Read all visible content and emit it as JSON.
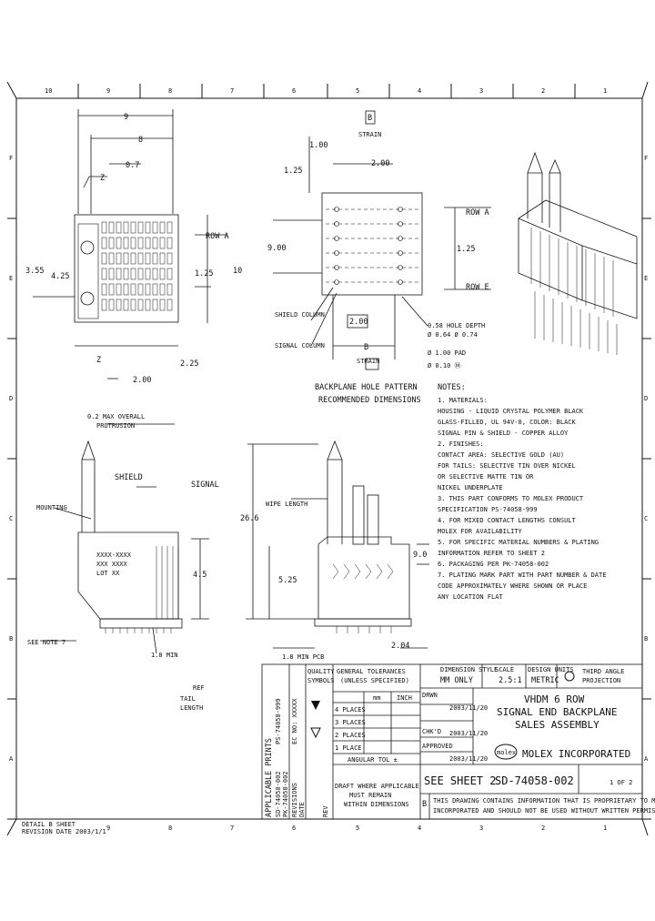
{
  "zones": {
    "top_numbers": [
      "10",
      "9",
      "8",
      "7",
      "6",
      "5",
      "4",
      "3",
      "2",
      "1"
    ],
    "bottom_numbers": [
      "9",
      "8",
      "7",
      "6",
      "5",
      "4",
      "3",
      "2",
      "1"
    ],
    "side_letters": [
      "F",
      "E",
      "D",
      "C",
      "B",
      "A"
    ]
  },
  "dims": {
    "top_view": {
      "overall": "9",
      "inner": "8",
      "pitch": "0.7",
      "z_label": "Z",
      "row_a": "ROW A",
      "d355": "3.55",
      "d425": "4.25",
      "d125": "1.25",
      "d10": "10",
      "d225": "2.25",
      "d200": "2.00",
      "z_bottom": "Z"
    },
    "hole_pattern": {
      "b_box": "B",
      "strain": "STRAIN",
      "d100": "1.00",
      "d200": "2.00",
      "d125": "1.25",
      "d900": "9.00",
      "row_a": "ROW A",
      "d125b": "1.25",
      "row_e": "ROW E",
      "shield_column": "SHIELD COLUMN",
      "signal_column": "SIGNAL COLUMN",
      "d200b": "2.00",
      "b_label": "B",
      "b_sub": "STRAIN",
      "hole_note_1": "0.58 HOLE DEPTH",
      "hole_note_2": "Ø 0.64 Ø 0.74",
      "hole_note_3": "Ø 1.00 PAD",
      "hole_note_4": "Ø 0.10 Ⓜ",
      "title": "BACKPLANE HOLE PATTERN",
      "subtitle": "RECOMMENDED DIMENSIONS"
    },
    "side_view": {
      "over_protrusion_1": "0.2 MAX OVERALL",
      "over_protrusion_2": "PROTRUSION",
      "shield": "SHIELD",
      "signal": "SIGNAL",
      "mounting": "MOUNTING",
      "label_lines": [
        "XXXX-XXXX",
        "XXX XXXX",
        "LOT XX"
      ],
      "d45": "4.5",
      "see_note": "SEE NOTE 7",
      "d18": "1.8 MIN",
      "reference": "REF",
      "tail_length_1": "TAIL",
      "tail_length_2": "LENGTH"
    },
    "front_view": {
      "wipe": "WIPE LENGTH",
      "d266": "26.6",
      "d90": "9.0",
      "d525": "5.25",
      "d204": "2.04",
      "d18": "1.8 MIN PCB"
    }
  },
  "notes": {
    "heading": "NOTES:",
    "lines": [
      "1. MATERIALS:",
      "   HOUSING - LIQUID CRYSTAL POLYMER BLACK",
      "             GLASS-FILLED, UL 94V-0, COLOR: BLACK",
      "   SIGNAL PIN & SHIELD - COPPER ALLOY",
      "2. FINISHES:",
      "   CONTACT AREA: SELECTIVE GOLD (AU)",
      "   FOR TAILS: SELECTIVE TIN OVER NICKEL",
      "   OR SELECTIVE MATTE TIN OR",
      "   NICKEL UNDERPLATE",
      "3. THIS PART CONFORMS TO MOLEX PRODUCT",
      "   SPECIFICATION PS-74058-999",
      "4. FOR MIXED CONTACT LENGTHS CONSULT",
      "   MOLEX FOR AVAILABILITY",
      "5. FOR SPECIFIC MATERIAL NUMBERS & PLATING",
      "   INFORMATION REFER TO SHEET 2",
      "6. PACKAGING PER PK-74058-002",
      "7. PLATING MARK PART WITH PART NUMBER & DATE",
      "   CODE APPROXIMATELY WHERE SHOWN OR PLACE",
      "   ANY LOCATION FLAT"
    ]
  },
  "title_block": {
    "general_tol_1": "GENERAL TOLERANCES",
    "general_tol_2": "(UNLESS SPECIFIED)",
    "quality": "QUALITY",
    "symbols": "SYMBOLS",
    "col_mm": "mm",
    "col_inch": "INCH",
    "places": [
      "4 PLACES",
      "3 PLACES",
      "2 PLACES",
      "1 PLACE"
    ],
    "angular": "ANGULAR TOL ±",
    "draft_1": "DRAFT WHERE APPLICABLE",
    "draft_2": "MUST REMAIN",
    "draft_3": "WITHIN DIMENSIONS",
    "dimension_style": "DIMENSION STYLE",
    "mm_only": "MM ONLY",
    "scale": "SCALE",
    "scale_val": "2.5:1",
    "design_units": "DESIGN UNITS",
    "design_units_val": "METRIC",
    "third_angle_1": "THIRD ANGLE",
    "third_angle_2": "PROJECTION",
    "drwn": "DRWN",
    "chkd": "CHK'D",
    "appr": "APPROVED",
    "date": "2003/11/20",
    "title_1": "VHDM 6 ROW",
    "title_2": "SIGNAL END BACKPLANE",
    "title_3": "SALES ASSEMBLY",
    "company": "MOLEX INCORPORATED",
    "logo": "molex",
    "see_sheet": "SEE SHEET 2",
    "doc_no": "SD-74058-002",
    "sheet": "1 OF 2",
    "rev_letter": "B",
    "proprietary_1": "THIS DRAWING CONTAINS INFORMATION THAT IS PROPRIETARY TO MOLEX",
    "proprietary_2": "INCORPORATED AND SHOULD NOT BE USED WITHOUT WRITTEN PERMISSION",
    "applicable": "APPLICABLE PRINTS",
    "rev_block": [
      "SD-74058-002",
      "PK-74058-002",
      "PS-74058-999",
      "REVISIONS",
      "EC NO: XXXXX",
      "DATE"
    ],
    "rev_col": "REV"
  },
  "footer": {
    "left_1": "DETAIL B SHEET",
    "left_2": "REVISION DATE 2003/1/1"
  }
}
